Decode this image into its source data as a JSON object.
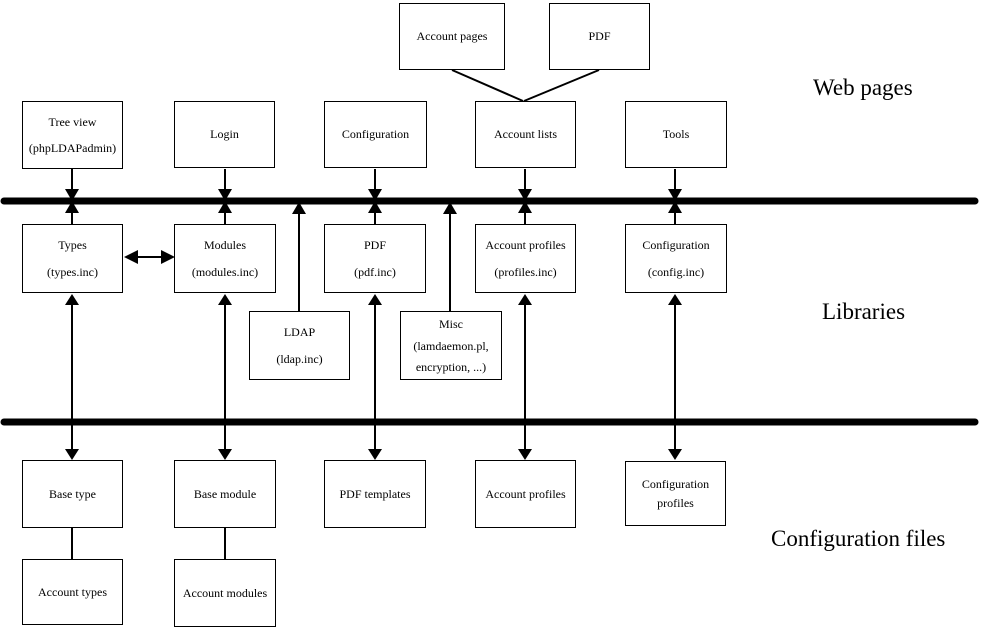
{
  "diagram": {
    "layers": [
      {
        "label": "Web pages"
      },
      {
        "label": "Libraries"
      },
      {
        "label": "Configuration files"
      }
    ],
    "colors": {
      "line": "#000000",
      "background": "#ffffff"
    },
    "nodes": {
      "account_pages": {
        "lines": [
          "Account pages"
        ]
      },
      "pdf_top": {
        "lines": [
          "PDF"
        ]
      },
      "tree_view": {
        "lines": [
          "Tree view",
          "(phpLDAPadmin)"
        ]
      },
      "login": {
        "lines": [
          "Login"
        ]
      },
      "configuration_page": {
        "lines": [
          "Configuration"
        ]
      },
      "account_lists": {
        "lines": [
          "Account lists"
        ]
      },
      "tools": {
        "lines": [
          "Tools"
        ]
      },
      "types": {
        "lines": [
          "Types",
          "(types.inc)"
        ]
      },
      "modules": {
        "lines": [
          "Modules",
          "(modules.inc)"
        ]
      },
      "pdf_lib": {
        "lines": [
          "PDF",
          "(pdf.inc)"
        ]
      },
      "account_profiles_lib": {
        "lines": [
          "Account profiles",
          "(profiles.inc)"
        ]
      },
      "configuration_lib": {
        "lines": [
          "Configuration",
          "(config.inc)"
        ]
      },
      "ldap": {
        "lines": [
          "LDAP",
          "(ldap.inc)"
        ]
      },
      "misc": {
        "lines": [
          "Misc",
          "(lamdaemon.pl,",
          "encryption, ...)"
        ]
      },
      "base_type": {
        "lines": [
          "Base type"
        ]
      },
      "base_module": {
        "lines": [
          "Base module"
        ]
      },
      "pdf_templates": {
        "lines": [
          "PDF templates"
        ]
      },
      "account_profiles_cfg": {
        "lines": [
          "Account profiles"
        ]
      },
      "configuration_profiles": {
        "lines": [
          "Configuration",
          "profiles"
        ]
      },
      "account_types": {
        "lines": [
          "Account types"
        ]
      },
      "account_modules": {
        "lines": [
          "Account modules"
        ]
      }
    }
  }
}
